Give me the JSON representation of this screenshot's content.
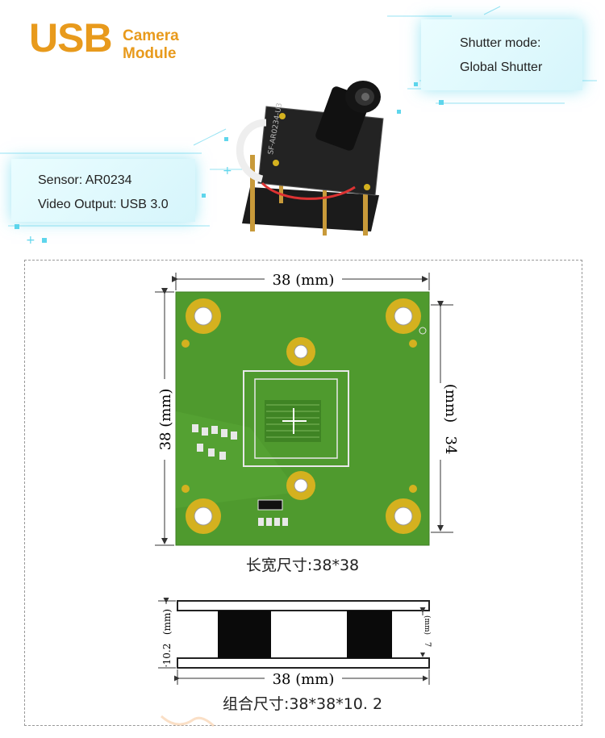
{
  "header": {
    "logo_main": "USB",
    "logo_sub_line1": "Camera",
    "logo_sub_line2": "Module"
  },
  "callouts": {
    "shutter_line1": "Shutter mode:",
    "shutter_line2": "Global Shutter",
    "sensor_line1": "Sensor: AR0234",
    "sensor_line2": "Video Output: USB 3.0"
  },
  "product": {
    "board_silk_text": "SF-AR0234-U3"
  },
  "top_view": {
    "width_label": "38  (mm)",
    "height_left_label": "38  (mm)",
    "height_right_value": "34",
    "height_right_unit": "(mm)",
    "caption": "长宽尺寸:38*38"
  },
  "side_view": {
    "width_label": "38  (mm)",
    "height_value": "10.2",
    "height_unit": "(mm)",
    "gap_value": "7",
    "gap_unit": "(mm)",
    "caption": "组合尺寸:38*38*10. 2"
  },
  "colors": {
    "accent_orange": "#e89a1c",
    "pcb_green": "#4f9a2e",
    "pad_gold": "#d4b11f",
    "callout_glow": "#5fd6ec"
  }
}
